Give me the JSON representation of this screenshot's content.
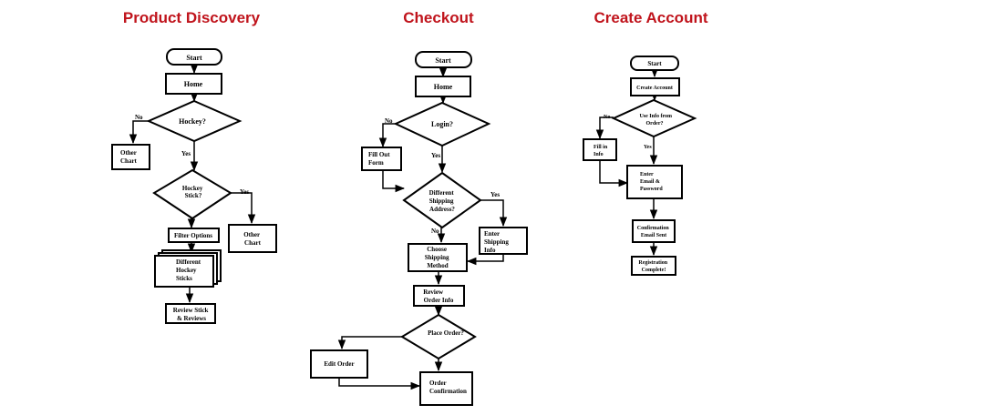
{
  "titles": {
    "product_discovery": "Product Discovery",
    "checkout": "Checkout",
    "create_account": "Create Account"
  },
  "accent_color": "#c0141c",
  "product_discovery": {
    "start": "Start",
    "home": "Home",
    "hockey_q": "Hockey?",
    "no": "No",
    "other_chart_left": [
      "Other",
      "Chart"
    ],
    "yes_1": "Yes",
    "hockey_stick_q": [
      "Hockey",
      "Stick?"
    ],
    "yes_2": "Yes",
    "other_chart_right": [
      "Other",
      "Chart"
    ],
    "filter_options": "Filter Options",
    "different_sticks": [
      "Different",
      "Hockey",
      "Sticks"
    ],
    "review_stick": [
      "Review Stick",
      "& Reviews"
    ]
  },
  "checkout": {
    "start": "Start",
    "home": "Home",
    "login_q": "Login?",
    "no_1": "No",
    "fill_out_form": [
      "Fill Out",
      "Form"
    ],
    "yes_1": "Yes",
    "different_shipping_q": [
      "Different",
      "Shipping",
      "Address?"
    ],
    "yes_2": "Yes",
    "no_2": "No",
    "enter_shipping": [
      "Enter",
      "Shipping",
      "Info"
    ],
    "choose_shipping": [
      "Choose",
      "Shipping",
      "Method"
    ],
    "review_order": [
      "Review",
      "Order Info"
    ],
    "place_order_q": "Place Order?",
    "edit_order": "Edit Order",
    "order_confirmation": [
      "Order",
      "Confirmation"
    ]
  },
  "create_account": {
    "start": "Start",
    "create_account_box": "Create Account",
    "use_info_q": [
      "Use Info from",
      "Order?"
    ],
    "no": "No",
    "fill_in_info": [
      "Fill in",
      "Info"
    ],
    "yes": "Yes",
    "enter_email": [
      "Enter",
      "Email &",
      "Password"
    ],
    "confirmation_email": [
      "Confirmation",
      "Email  Sent"
    ],
    "registration_complete": [
      "Registration",
      "Complete!"
    ]
  }
}
